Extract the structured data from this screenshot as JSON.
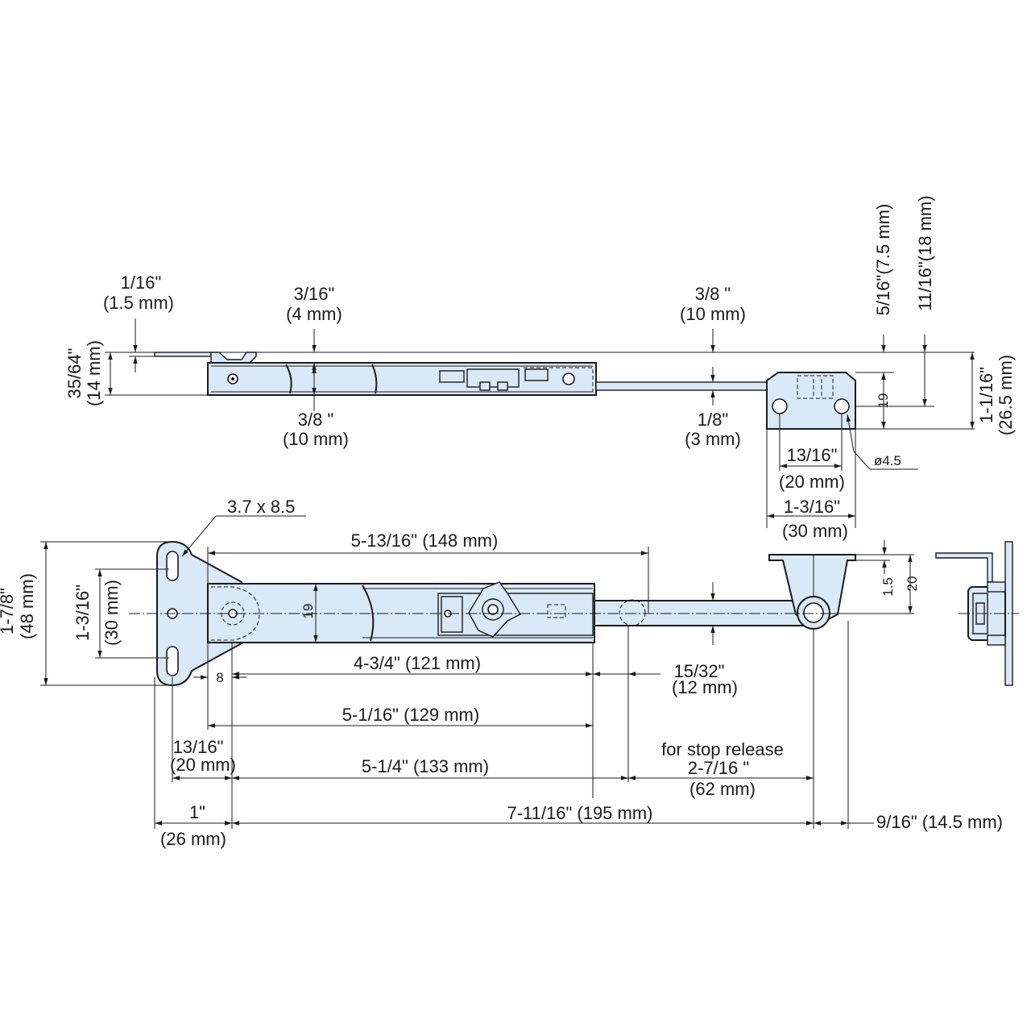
{
  "colors": {
    "part_fill": "#d9e9f7",
    "line": "#1a1a1a",
    "background": "#ffffff"
  },
  "top_view": {
    "dim_1_16": {
      "inch": "1/16\"",
      "mm": "(1.5 mm)"
    },
    "dim_3_16": {
      "inch": "3/16\"",
      "mm": "(4 mm)"
    },
    "dim_3_8_top": {
      "inch": "3/8 \"",
      "mm": "(10 mm)"
    },
    "dim_5_16": "5/16\"(7.5 mm)",
    "dim_11_16": "11/16\"(18 mm)",
    "dim_35_64": {
      "inch": "35/64\"",
      "mm": "(14 mm)"
    },
    "dim_3_8_bottom": {
      "inch": "3/8 \"",
      "mm": "(10 mm)"
    },
    "dim_1_8": {
      "inch": "1/8\"",
      "mm": "(3 mm)"
    },
    "dim_1_1_16": {
      "inch": "1-1/16\"",
      "mm": "(26.5 mm)"
    },
    "dim_19": "19",
    "dim_13_16": {
      "inch": "13/16\"",
      "mm": "(20 mm)"
    },
    "dim_hole_dia": "ø4.5",
    "dim_1_3_16": {
      "inch": "1-3/16\"",
      "mm": "(30 mm)"
    }
  },
  "front_view": {
    "slot_size": "3.7 x 8.5",
    "dim_148": "5-13/16\" (148 mm)",
    "dim_1_7_8": {
      "inch": "1-7/8\"",
      "mm": "(48 mm)"
    },
    "dim_1_3_16": {
      "inch": "1-3/16\"",
      "mm": "(30 mm)"
    },
    "dim_19": "19",
    "dim_1_5": "1.5",
    "dim_20": "20",
    "dim_8": "8",
    "dim_121": "4-3/4\" (121 mm)",
    "dim_15_32": {
      "inch": "15/32\"",
      "mm": "(12 mm)"
    },
    "dim_129": "5-1/16\" (129 mm)",
    "dim_13_16": {
      "inch": "13/16\"",
      "mm": "(20 mm)"
    },
    "dim_133": "5-1/4\" (133 mm)",
    "stop_release": {
      "note": "for stop release",
      "inch": "2-7/16 \"",
      "mm": "(62 mm)"
    },
    "dim_1": {
      "inch": "1\"",
      "mm": "(26 mm)"
    },
    "dim_195": "7-11/16\" (195 mm)",
    "dim_9_16": "9/16\" (14.5 mm)"
  }
}
